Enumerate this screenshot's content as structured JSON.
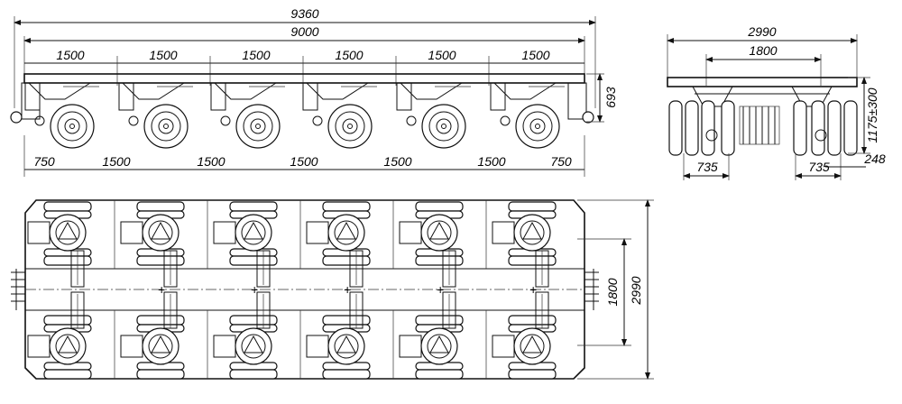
{
  "side_view": {
    "overall_length": "9360",
    "frame_length": "9000",
    "axle_pitch_top": [
      "1500",
      "1500",
      "1500",
      "1500",
      "1500",
      "1500"
    ],
    "bottom_dims": [
      "750",
      "1500",
      "1500",
      "1500",
      "1500",
      "1500",
      "750"
    ],
    "height": "693"
  },
  "end_view": {
    "overall_width": "2990",
    "track_width": "1800",
    "left_offset": "735",
    "right_offset": "735",
    "tire_width": "248",
    "height_range": "1175±300"
  },
  "plan_view": {
    "inner_width": "1800",
    "overall_width": "2990"
  },
  "colors": {
    "line": "#111111",
    "background": "#ffffff"
  }
}
